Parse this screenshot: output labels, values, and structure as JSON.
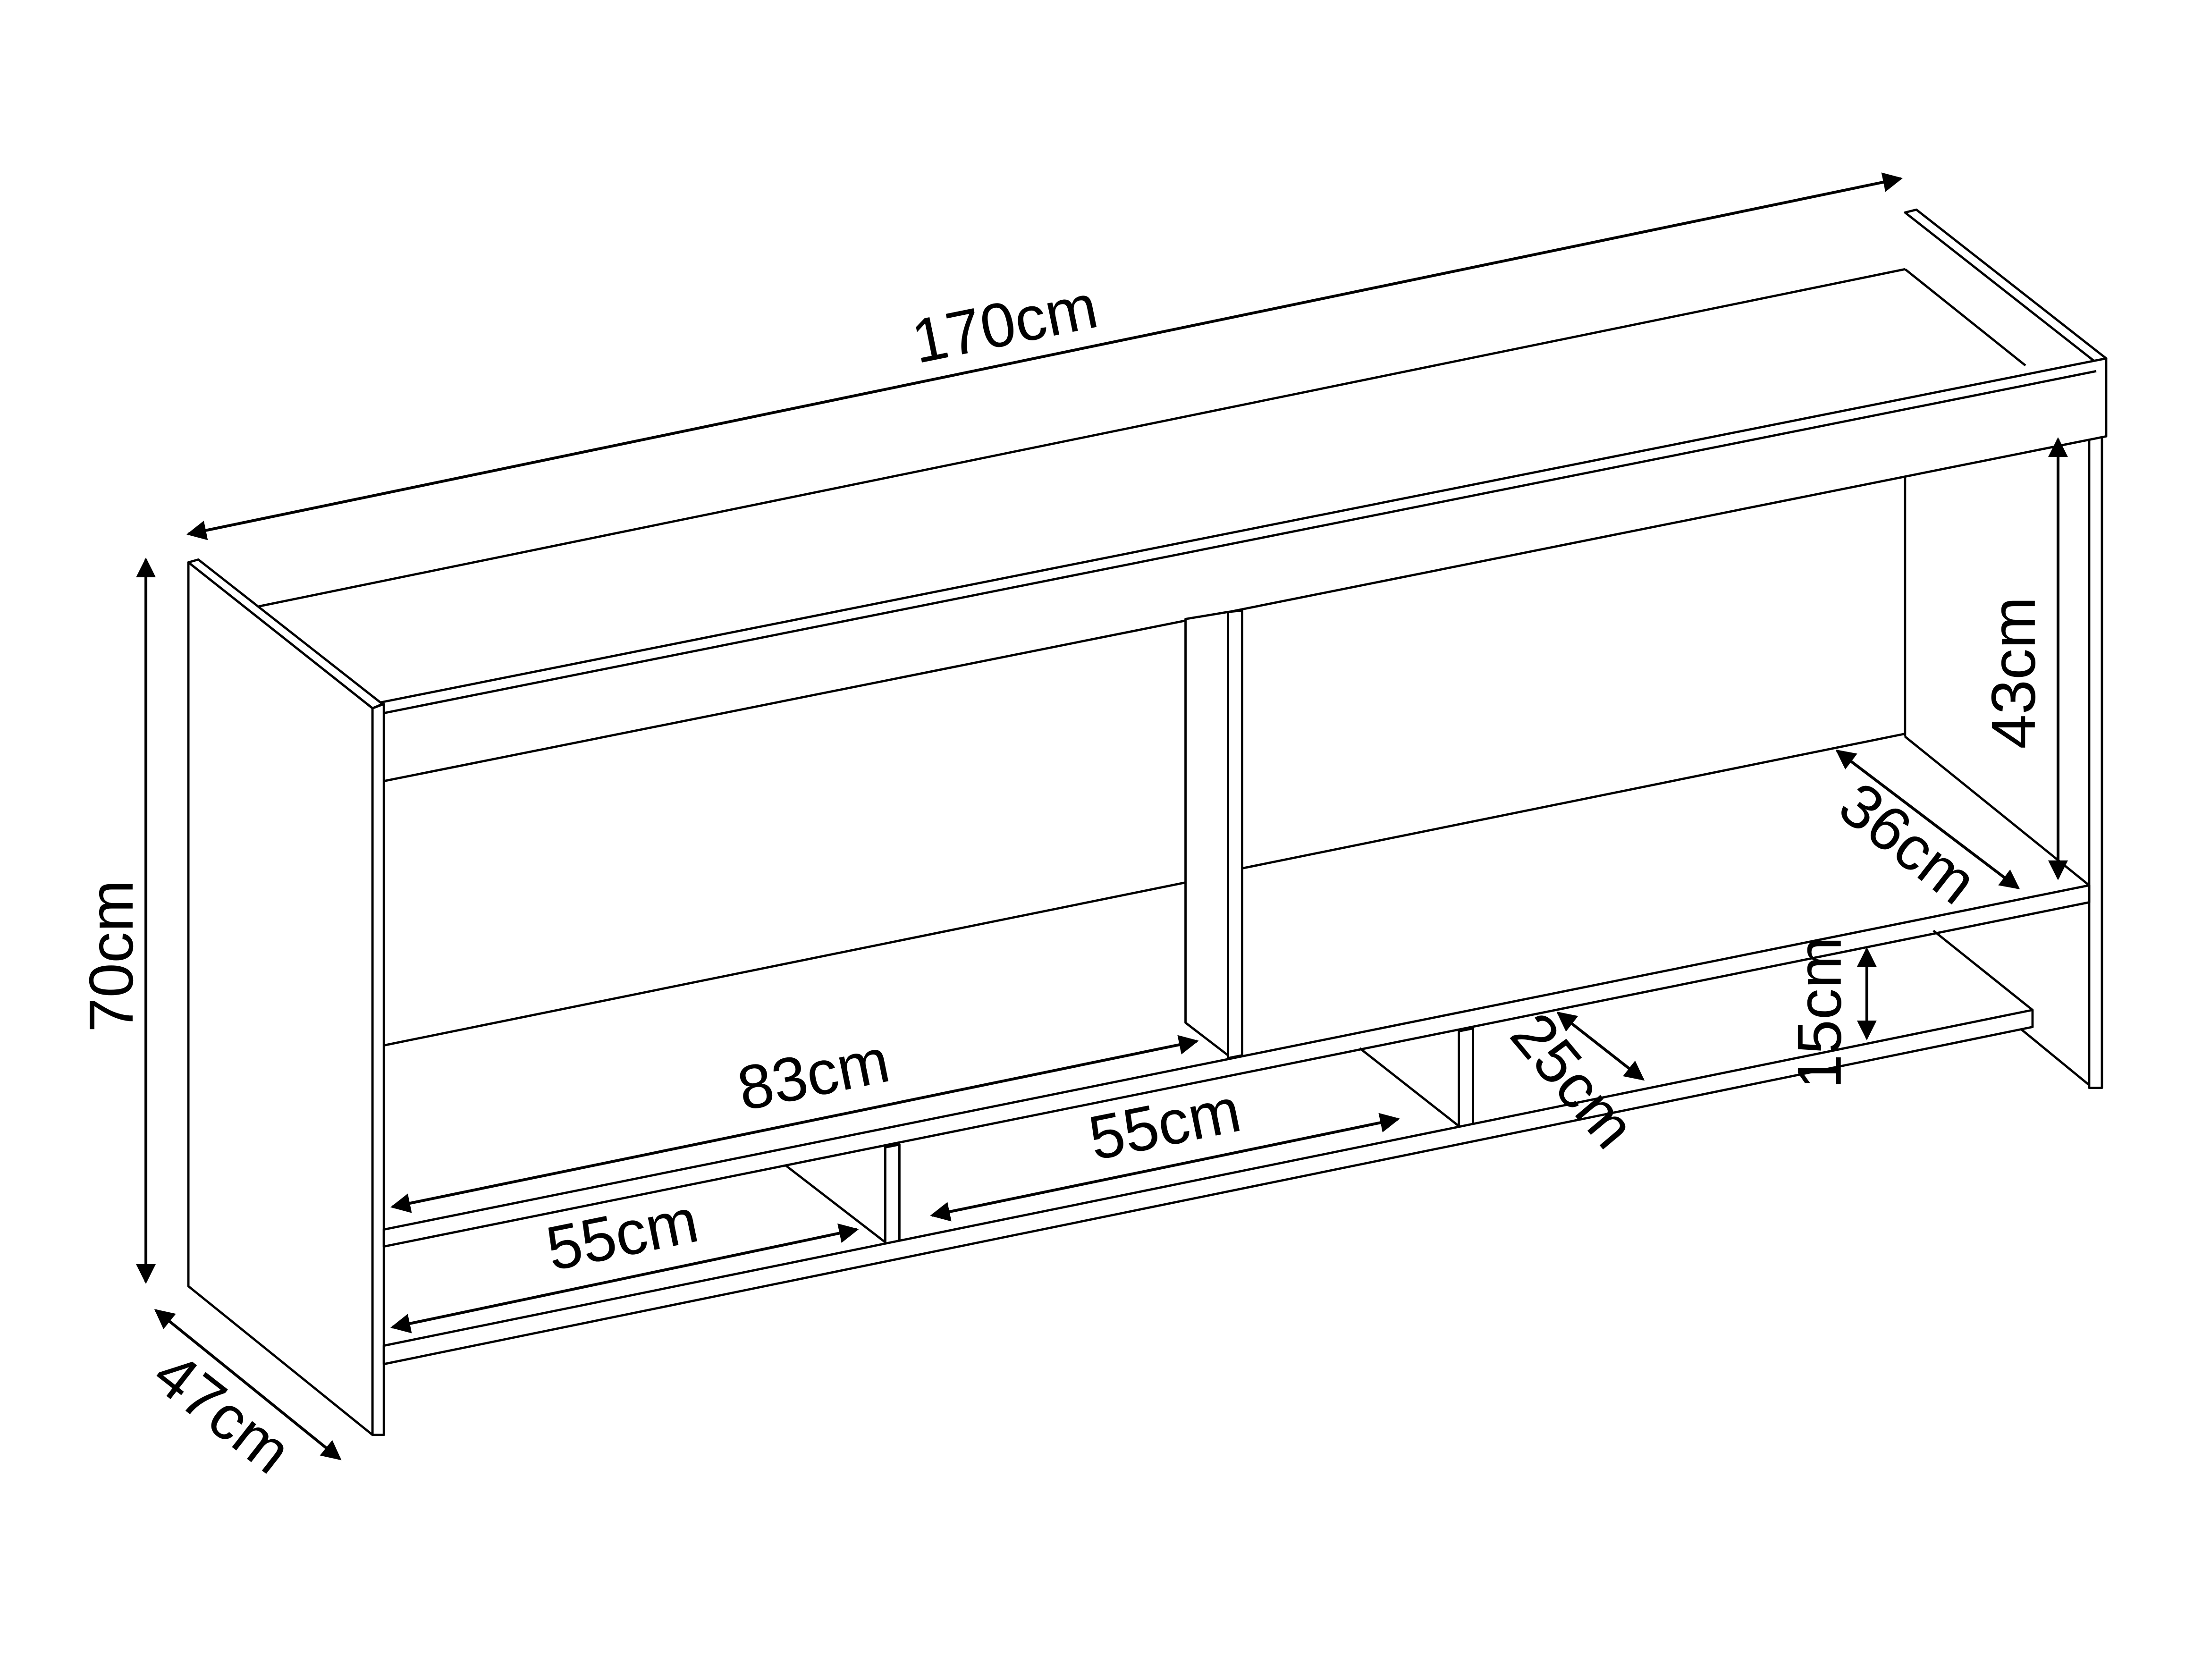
{
  "diagram": {
    "type": "furniture-dimension-drawing",
    "labels": {
      "total_width": "170cm",
      "total_height": "70cm",
      "depth": "47cm",
      "upper_compartment_height": "43cm",
      "shelf_depth": "36cm",
      "upper_compartment_width": "83cm",
      "lower_left_width": "55cm",
      "lower_middle_width": "55cm",
      "lower_shelf_depth": "25cm",
      "lower_compartment_height": "15cm"
    }
  }
}
